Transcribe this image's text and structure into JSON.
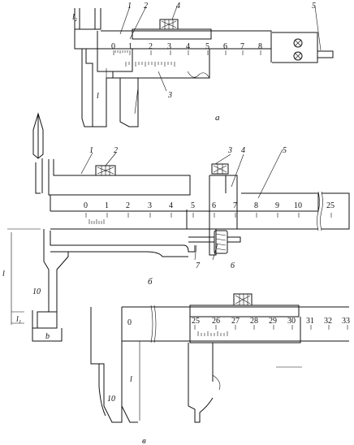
{
  "figure_a": {
    "caption": "а",
    "callouts": [
      "1",
      "2",
      "3",
      "4",
      "5"
    ],
    "side_labels": [
      "l₂",
      "l"
    ],
    "scale_numbers": [
      "0",
      "1",
      "2",
      "3",
      "4",
      "5",
      "6",
      "7",
      "8"
    ]
  },
  "figure_b": {
    "caption": "б",
    "callouts": [
      "1",
      "2",
      "3",
      "4",
      "5",
      "6",
      "7"
    ],
    "side_labels": [
      "l",
      "l₁",
      "b",
      "10"
    ],
    "scale_numbers": [
      "0",
      "1",
      "2",
      "3",
      "4",
      "5",
      "6",
      "7",
      "8",
      "9",
      "10",
      "25"
    ]
  },
  "figure_c": {
    "caption": "в",
    "side_labels": [
      "l",
      "10"
    ],
    "scale_numbers": [
      "0",
      "25",
      "26",
      "27",
      "28",
      "29",
      "30",
      "31",
      "32",
      "33"
    ]
  }
}
